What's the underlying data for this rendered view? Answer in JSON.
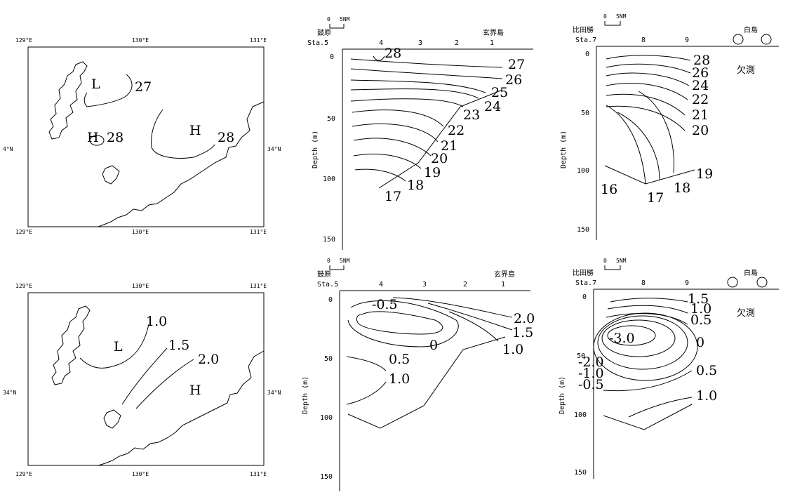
{
  "colors": {
    "ink": "#000000",
    "background": "#ffffff"
  },
  "maps": [
    {
      "top_labels": [
        "129°E",
        "130°E",
        "131°E"
      ],
      "bottom_labels": [
        "129°E",
        "130°E",
        "131°E"
      ],
      "left_lat": "4°N",
      "right_lat": "34°N",
      "contours": [
        "27",
        "28"
      ],
      "highs_lows": [
        "L",
        "H",
        "H"
      ]
    },
    {
      "top_labels": [
        "129°E",
        "130°E",
        "131°E"
      ],
      "bottom_labels": [
        "129°E",
        "130°E",
        "131°E"
      ],
      "left_lat": "34°N",
      "right_lat": "34°N",
      "contours": [
        "1.0",
        "1.5",
        "2.0"
      ],
      "highs_lows": [
        "L",
        "H"
      ]
    }
  ],
  "sections": [
    {
      "scale": [
        "0",
        "5NM"
      ],
      "left_station_name": "鼓原",
      "right_station_name": "玄界島",
      "stations": [
        "Sta.5",
        "4",
        "3",
        "2",
        "1"
      ],
      "depth_ticks": [
        "0",
        "50",
        "100",
        "150"
      ],
      "ylabel": "Depth (m)",
      "contours": [
        "28",
        "27",
        "26",
        "25",
        "24",
        "23",
        "22",
        "21",
        "20",
        "19",
        "18",
        "17"
      ]
    },
    {
      "scale": [
        "0",
        "5NM"
      ],
      "left_station_name": "比田勝",
      "right_station_name": "白島",
      "stations": [
        "Sta.7",
        "8",
        "9"
      ],
      "depth_ticks": [
        "0",
        "50",
        "100",
        "150"
      ],
      "ylabel": "Depth (m)",
      "missing_label": "欠測",
      "contours": [
        "28",
        "26",
        "24",
        "22",
        "21",
        "20",
        "19",
        "18",
        "17",
        "16"
      ]
    },
    {
      "scale": [
        "0",
        "5NM"
      ],
      "left_station_name": "鼓原",
      "right_station_name": "玄界島",
      "stations": [
        "Sta.5",
        "4",
        "3",
        "2",
        "1"
      ],
      "depth_ticks": [
        "0",
        "50",
        "100",
        "150"
      ],
      "ylabel": "Depth (m)",
      "contours": [
        "-0.5",
        "0",
        "0.5",
        "1.0",
        "2.0",
        "1.5",
        "1.0"
      ]
    },
    {
      "scale": [
        "0",
        "5NM"
      ],
      "left_station_name": "比田勝",
      "right_station_name": "白島",
      "stations": [
        "Sta.7",
        "8",
        "9"
      ],
      "depth_ticks": [
        "0",
        "50",
        "100",
        "150"
      ],
      "ylabel": "Depth (m)",
      "missing_label": "欠測",
      "contours": [
        "1.5",
        "1.0",
        "0.5",
        "-3.0",
        "0",
        "-2.0",
        "-1.0",
        "-0.5",
        "0.5",
        "1.0"
      ]
    }
  ]
}
